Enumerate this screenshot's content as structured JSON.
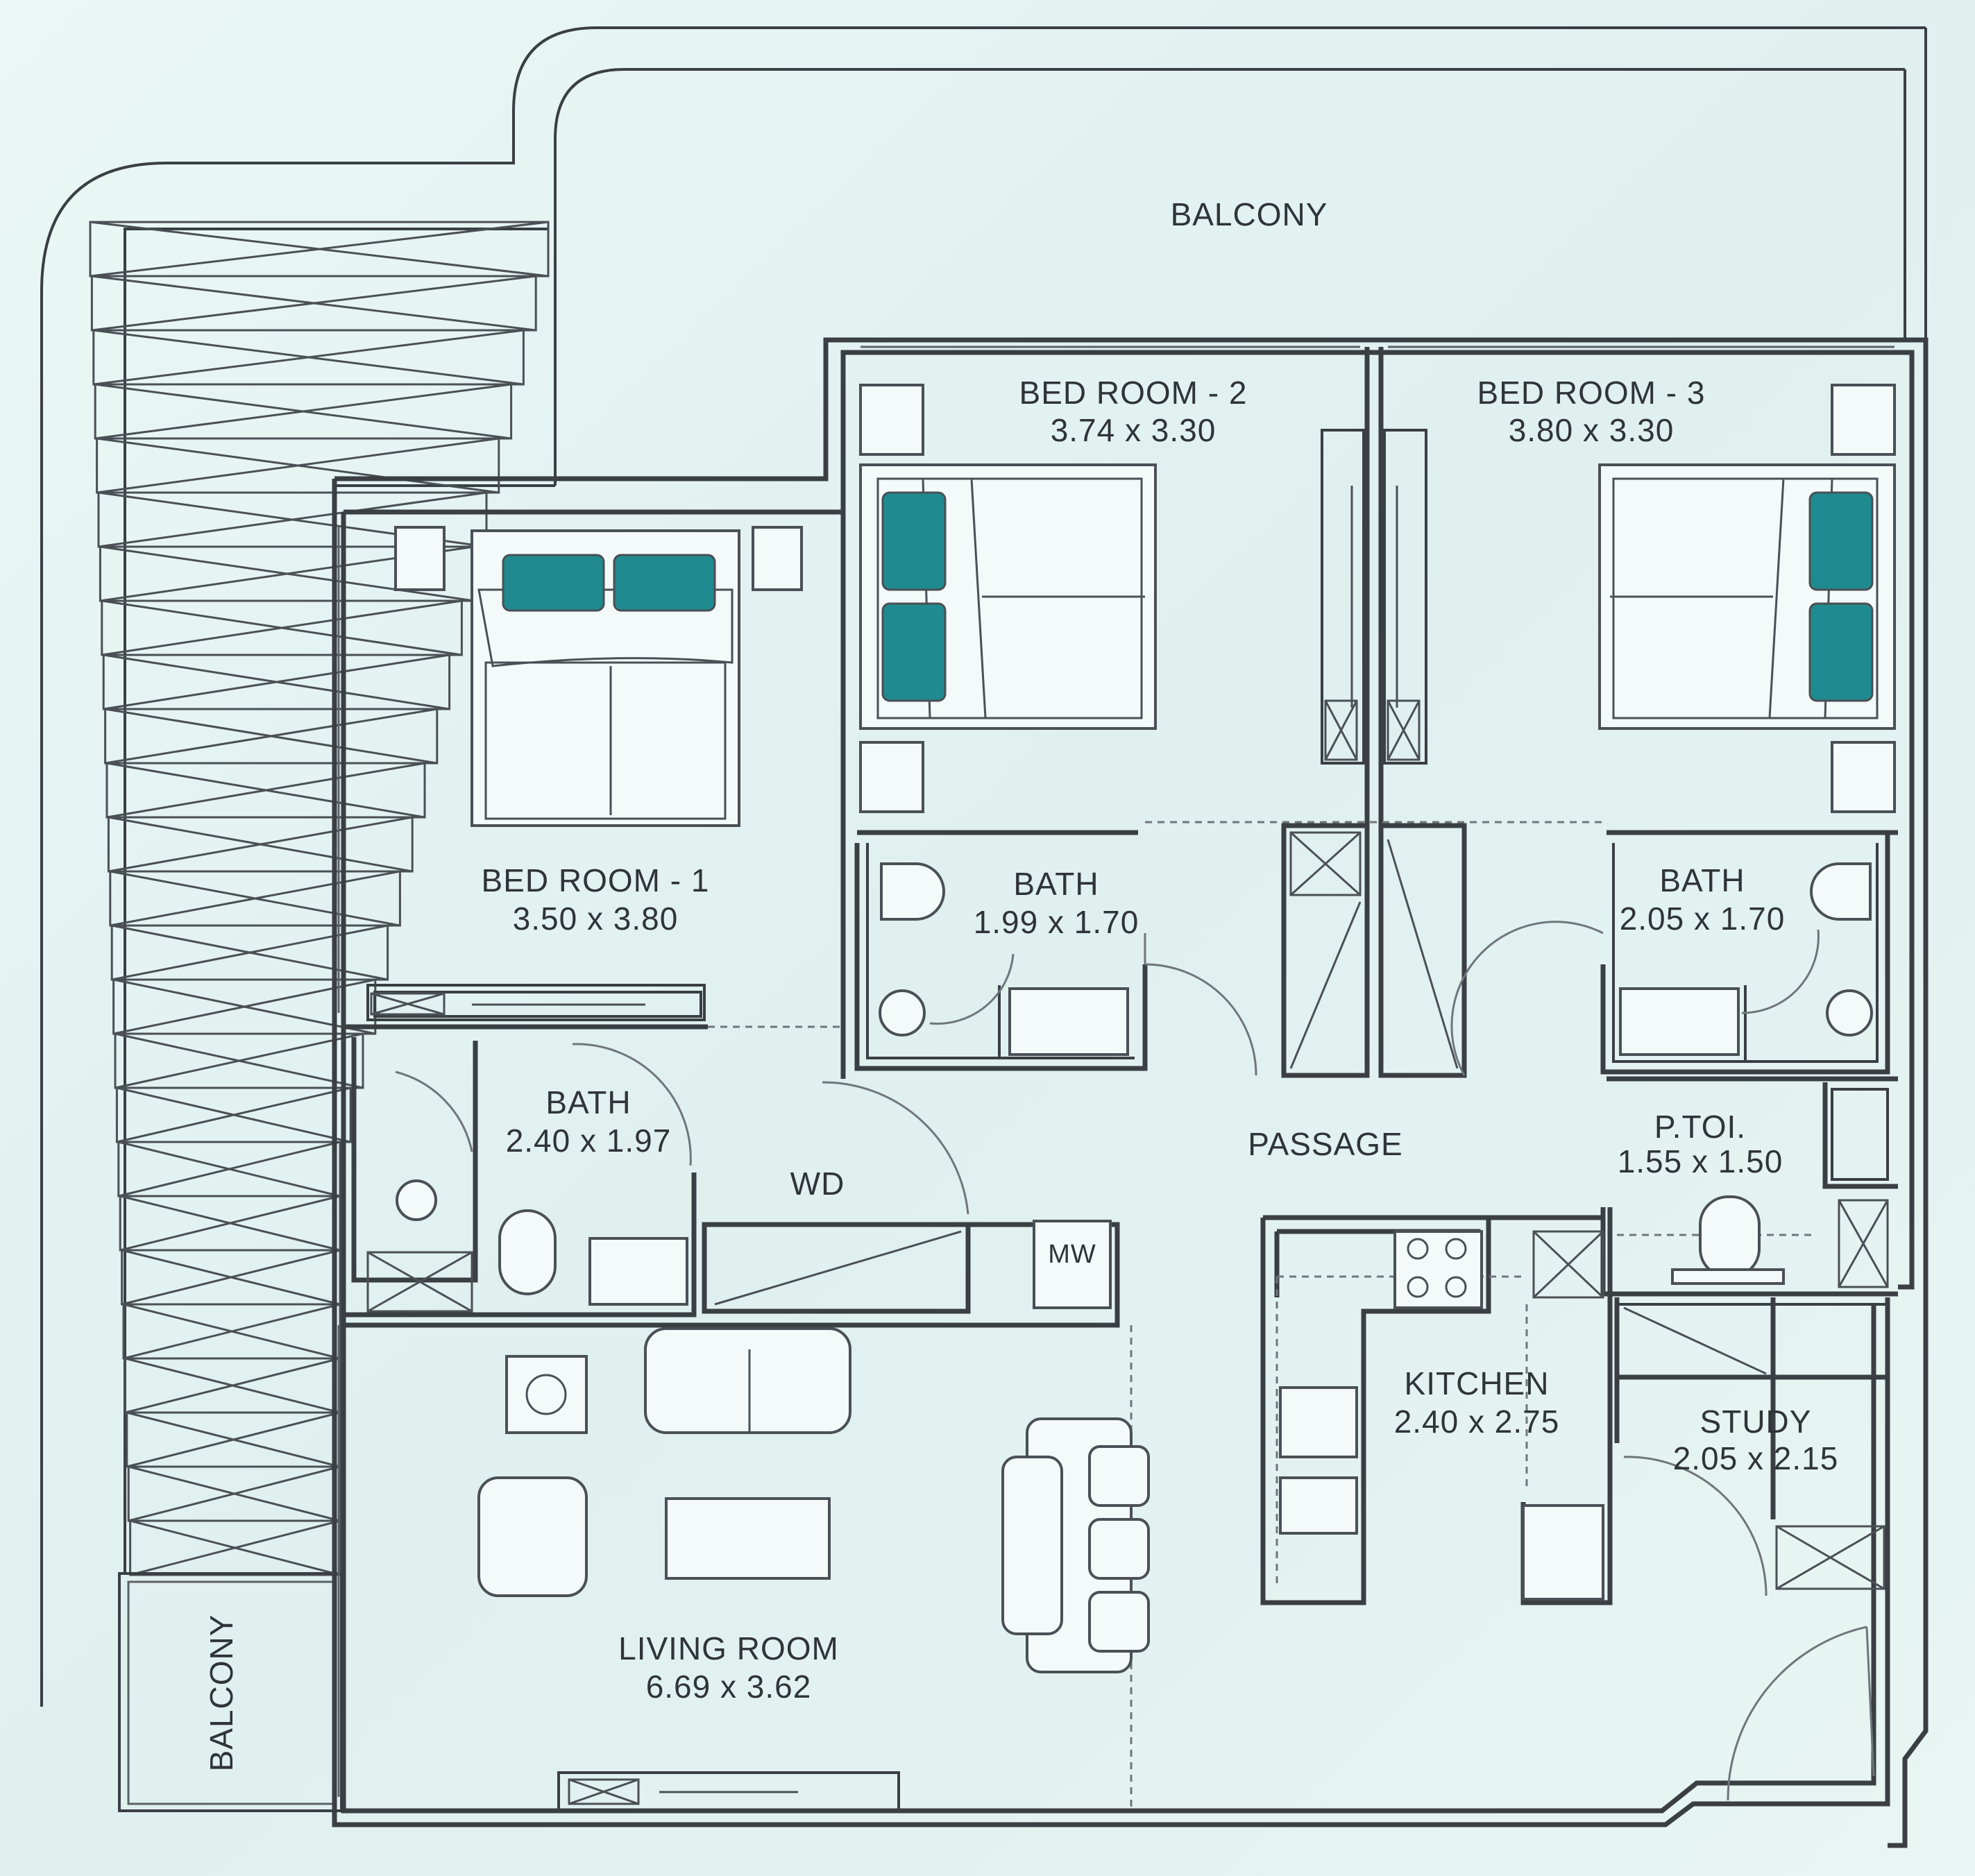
{
  "rooms": {
    "balcony_top": {
      "name": "BALCONY"
    },
    "balcony_left": {
      "name": "BALCONY"
    },
    "bed_room_1": {
      "name": "BED ROOM - 1",
      "size": "3.50 x 3.80"
    },
    "bed_room_2": {
      "name": "BED ROOM - 2",
      "size": "3.74 x 3.30"
    },
    "bed_room_3": {
      "name": "BED ROOM - 3",
      "size": "3.80 x 3.30"
    },
    "bath_1": {
      "name": "BATH",
      "size": "2.40 x 1.97"
    },
    "bath_2": {
      "name": "BATH",
      "size": "1.99 x 1.70"
    },
    "bath_3": {
      "name": "BATH",
      "size": "2.05 x 1.70"
    },
    "passage": {
      "name": "PASSAGE"
    },
    "wd": {
      "name": "WD"
    },
    "p_toi": {
      "name": "P.TOI.",
      "size": "1.55 x 1.50"
    },
    "kitchen": {
      "name": "KITCHEN",
      "size": "2.40 x 2.75"
    },
    "study": {
      "name": "STUDY",
      "size": "2.05 x 2.15"
    },
    "living_room": {
      "name": "LIVING ROOM",
      "size": "6.69 x 3.62"
    }
  },
  "appliances": {
    "microwave_label": "MW"
  },
  "colors": {
    "background": "#e4f3f1",
    "walls": "#3a3f44",
    "pillows": "#1f8a8f"
  }
}
